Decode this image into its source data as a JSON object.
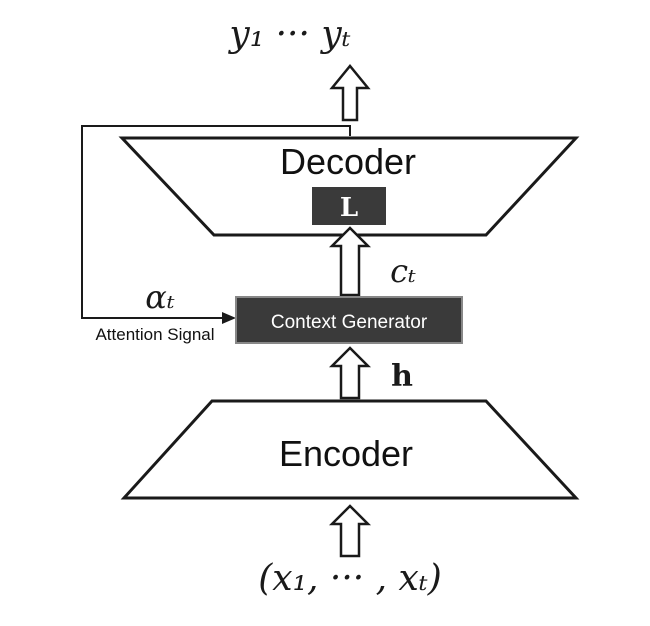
{
  "output_label": "y₁ ··· yₜ",
  "input_label": "(x₁, ··· , xₜ)",
  "decoder": {
    "label": "Decoder",
    "inner_box_label": "L"
  },
  "encoder": {
    "label": "Encoder"
  },
  "context_generator": {
    "label": "Context Generator"
  },
  "context_vector_label": "cₜ",
  "hidden_label": "h",
  "attention": {
    "weight_label": "αₜ",
    "signal_label": "Attention Signal"
  },
  "colors": {
    "dark_box": "#3a3a3a",
    "stroke": "#1a1a1a",
    "box_border": "#888888"
  }
}
